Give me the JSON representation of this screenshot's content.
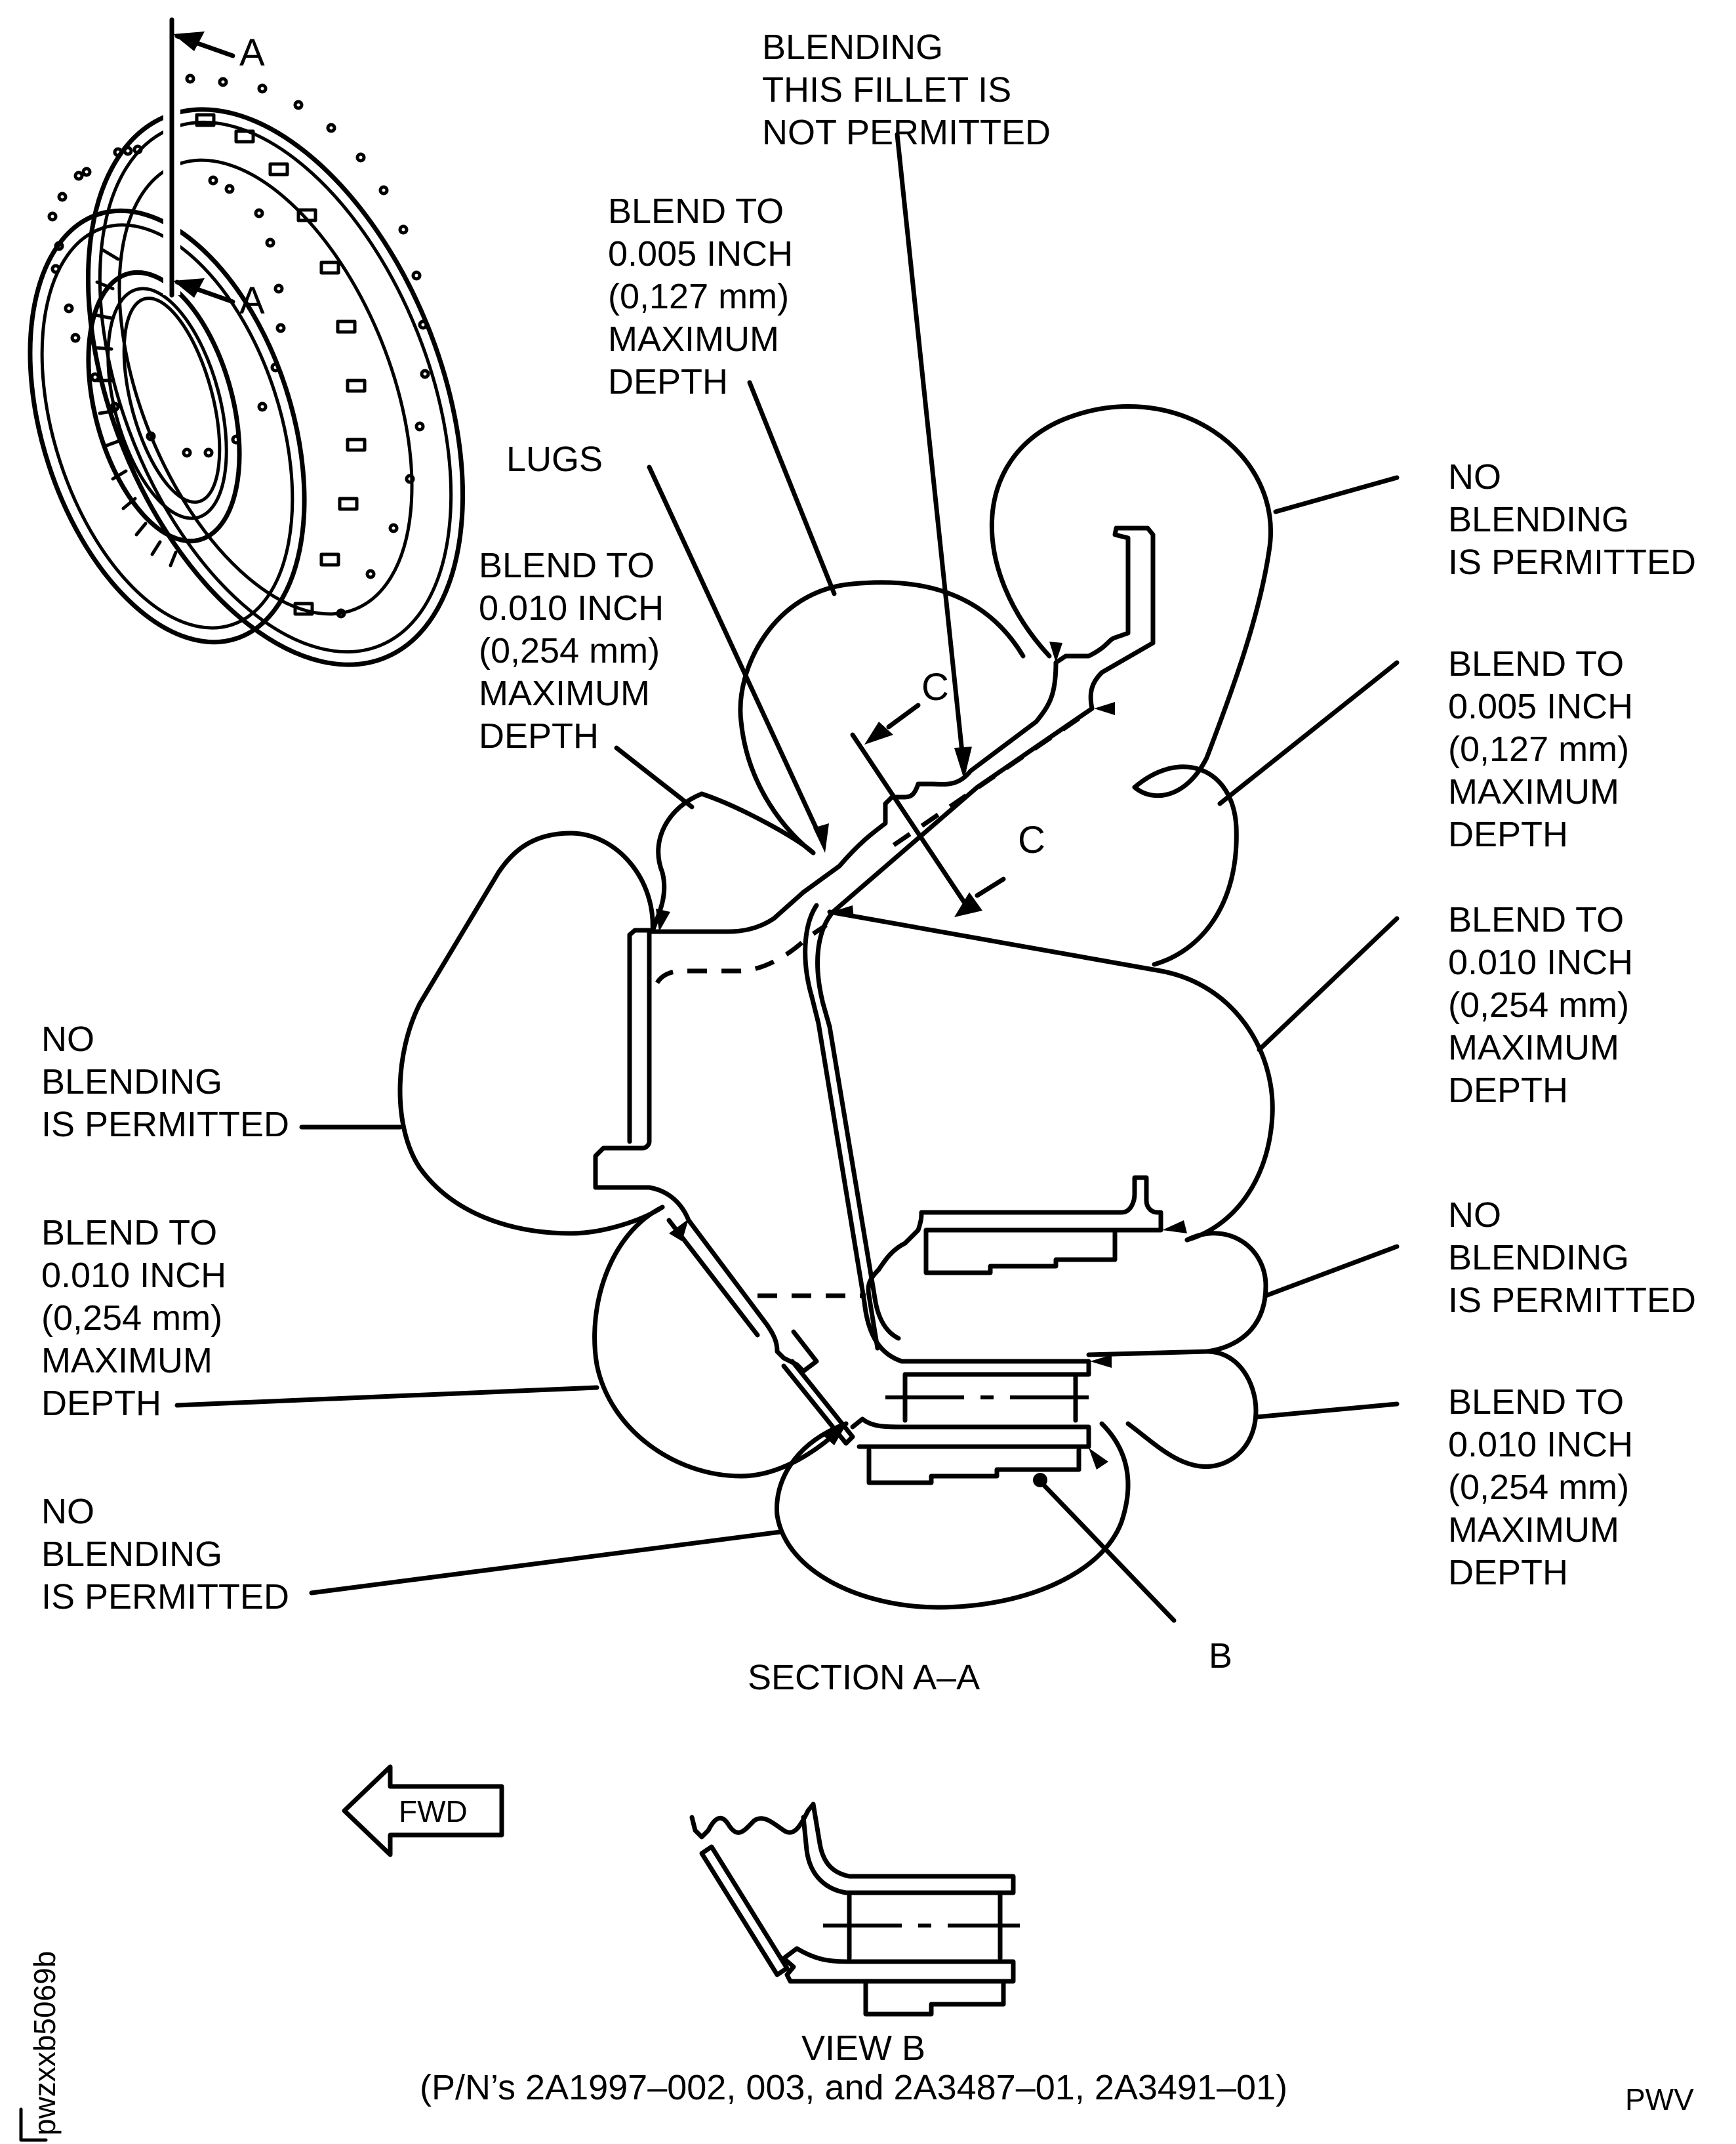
{
  "figure": {
    "drawing_id": "pwzxxb5069b",
    "publisher_mark": "PWV",
    "section_title": "SECTION A–A",
    "view_title": "VIEW B",
    "view_subtitle": "(P/N’s 2A1997–002, 003, and 2A3487–01, 2A3491–01)",
    "direction_arrow": {
      "label": "FWD",
      "icon": "arrow-left-icon"
    }
  },
  "section_markers": {
    "a_top": "A",
    "a_bottom": "A",
    "c_top": "C",
    "c_bottom": "C",
    "b": "B"
  },
  "callouts": {
    "top_fillet": [
      "BLENDING",
      "THIS FILLET IS",
      "NOT PERMITTED"
    ],
    "top_left_blend": [
      "BLEND TO",
      "0.005 INCH",
      "(0,127 mm)",
      "MAXIMUM",
      "DEPTH"
    ],
    "lugs": [
      "LUGS"
    ],
    "mid_left_blend": [
      "BLEND TO",
      "0.010 INCH",
      "(0,254 mm)",
      "MAXIMUM",
      "DEPTH"
    ],
    "right_no_blend_1": [
      "NO",
      "BLENDING",
      "IS PERMITTED"
    ],
    "right_blend_005": [
      "BLEND TO",
      "0.005 INCH",
      "(0,127 mm)",
      "MAXIMUM",
      "DEPTH"
    ],
    "right_blend_010_a": [
      "BLEND TO",
      "0.010 INCH",
      "(0,254 mm)",
      "MAXIMUM",
      "DEPTH"
    ],
    "right_no_blend_2": [
      "NO",
      "BLENDING",
      "IS PERMITTED"
    ],
    "right_blend_010_b": [
      "BLEND TO",
      "0.010 INCH",
      "(0,254 mm)",
      "MAXIMUM",
      "DEPTH"
    ],
    "left_no_blend_1": [
      "NO",
      "BLENDING",
      "IS PERMITTED"
    ],
    "left_blend_010": [
      "BLEND TO",
      "0.010 INCH",
      "(0,254 mm)",
      "MAXIMUM",
      "DEPTH"
    ],
    "left_no_blend_2": [
      "NO",
      "BLENDING",
      "IS PERMITTED"
    ]
  }
}
